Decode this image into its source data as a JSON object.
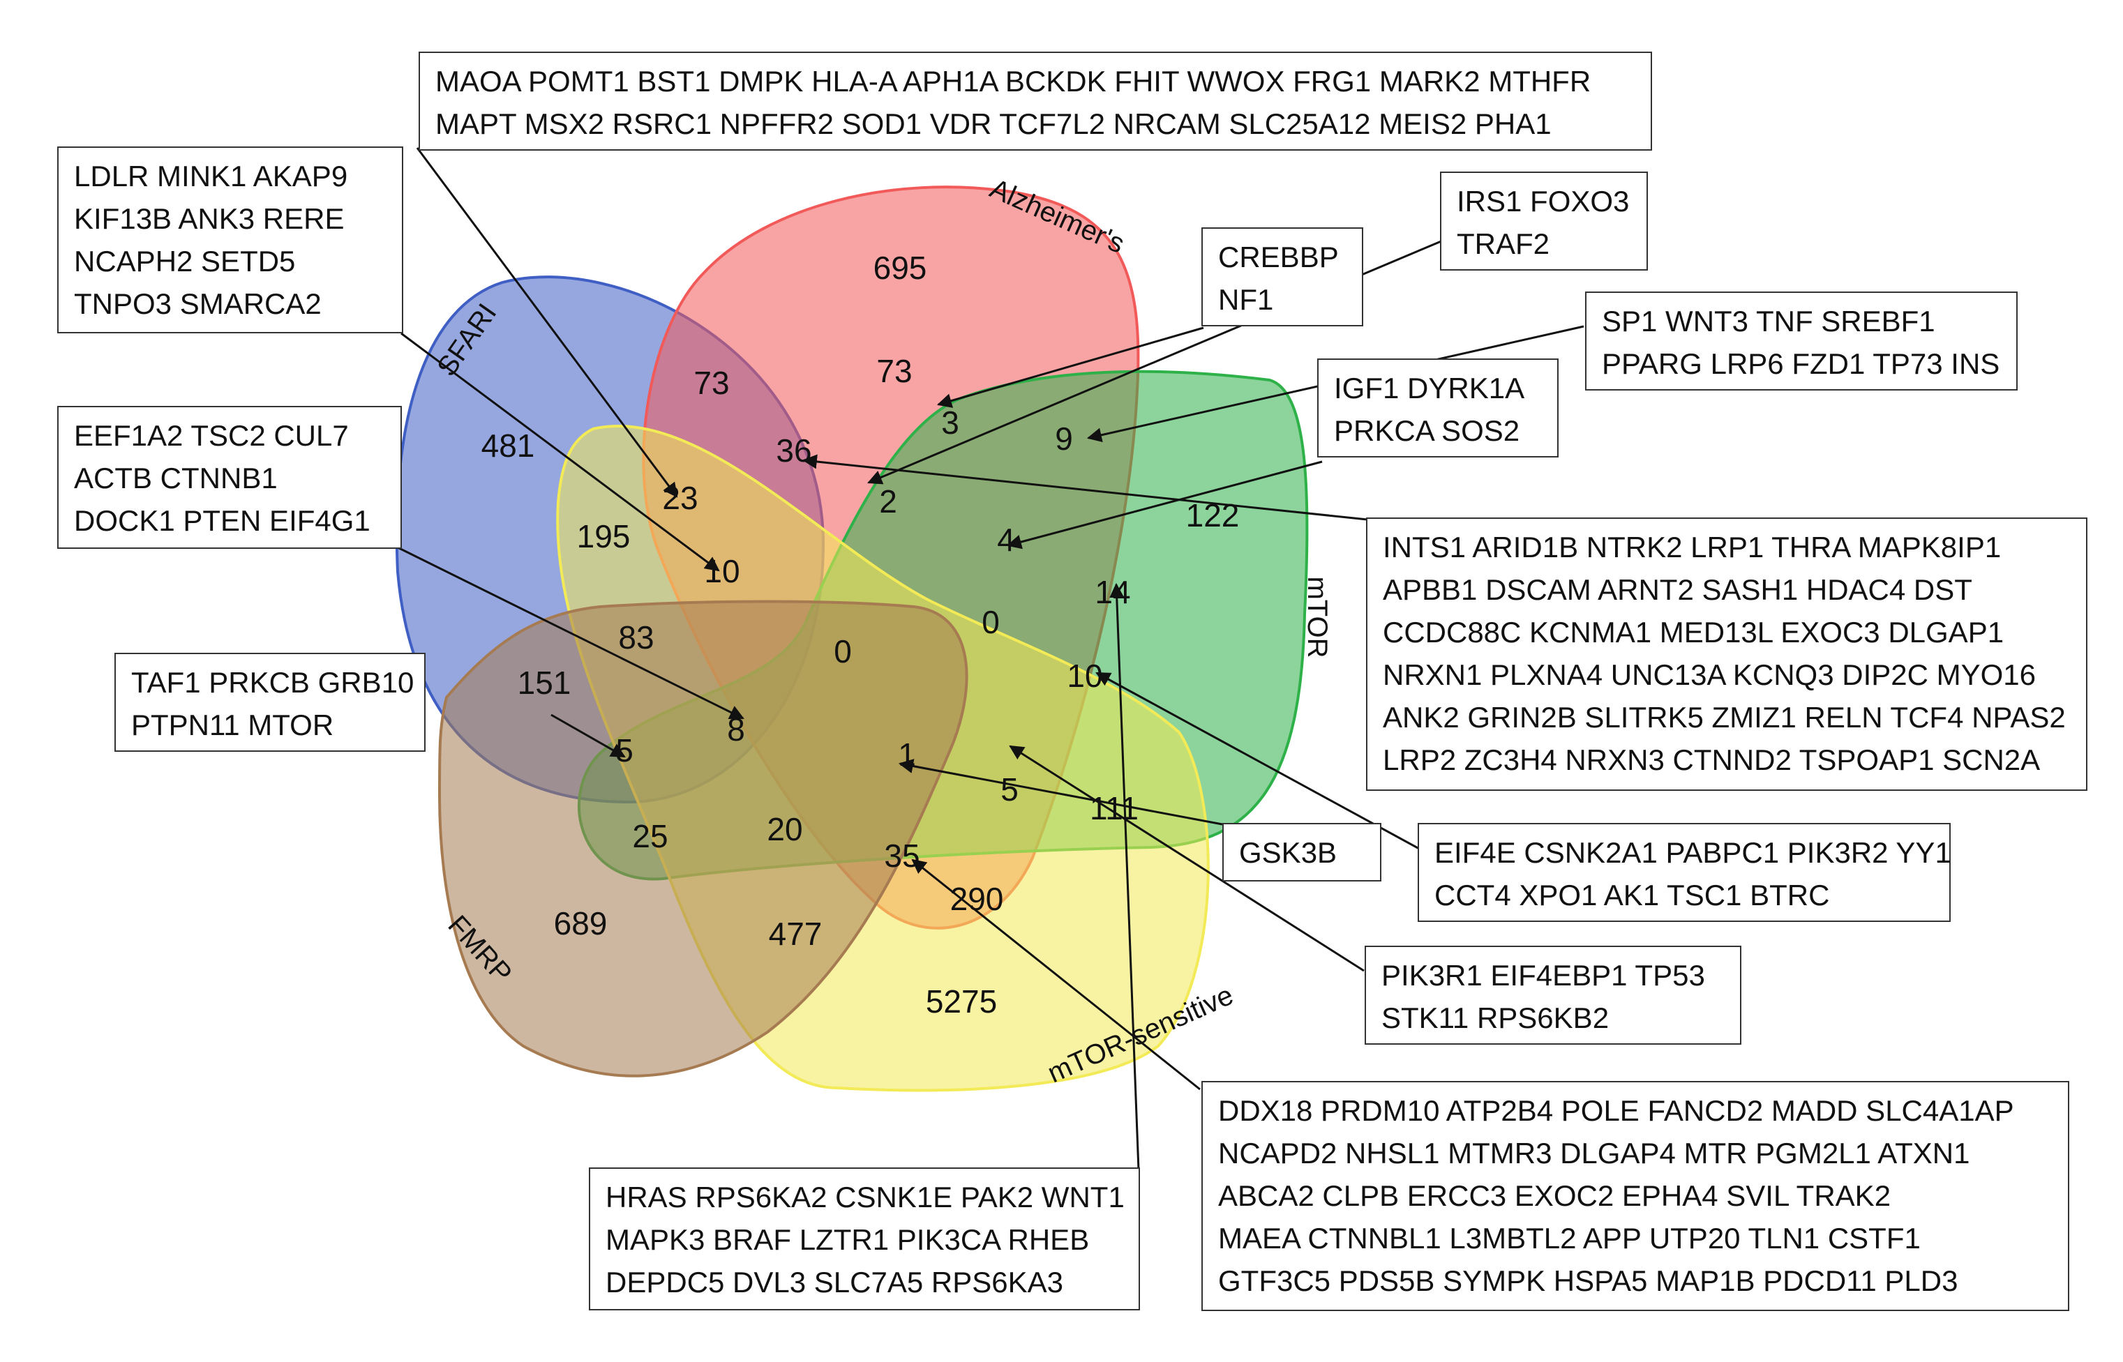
{
  "sets": [
    {
      "label": "SFARI",
      "color": "#3f5fc4"
    },
    {
      "label": "Alzheimer's",
      "color": "#f25a5a"
    },
    {
      "label": "mTOR",
      "color": "#2fb14a"
    },
    {
      "label": "mTOR-sensitive",
      "color": "#f2ea56"
    },
    {
      "label": "FMRP",
      "color": "#a67b52"
    }
  ],
  "regions": [
    "695",
    "73",
    "73",
    "481",
    "36",
    "3",
    "9",
    "23",
    "2",
    "195",
    "10",
    "4",
    "122",
    "14",
    "83",
    "0",
    "0",
    "151",
    "10",
    "8",
    "5",
    "1",
    "5",
    "111",
    "25",
    "20",
    "35",
    "290",
    "689",
    "477",
    "5275"
  ],
  "gene_boxes": [
    {
      "lines": [
        "MAOA POMT1 BST1 DMPK HLA-A APH1A BCKDK FHIT WWOX FRG1 MARK2 MTHFR",
        "MAPT MSX2 RSRC1 NPFFR2 SOD1 VDR TCF7L2 NRCAM SLC25A12 MEIS2 PHA1"
      ]
    },
    {
      "lines": [
        "LDLR MINK1 AKAP9",
        "KIF13B ANK3 RERE",
        "NCAPH2 SETD5",
        "TNPO3 SMARCA2"
      ]
    },
    {
      "lines": [
        "IRS1 FOXO3",
        "TRAF2"
      ]
    },
    {
      "lines": [
        "CREBBP",
        "NF1"
      ]
    },
    {
      "lines": [
        "SP1 WNT3 TNF SREBF1",
        "PPARG LRP6 FZD1 TP73 INS"
      ]
    },
    {
      "lines": [
        "IGF1 DYRK1A",
        "PRKCA SOS2"
      ]
    },
    {
      "lines": [
        "EEF1A2 TSC2 CUL7",
        "ACTB CTNNB1",
        "DOCK1 PTEN EIF4G1"
      ]
    },
    {
      "lines": [
        "INTS1 ARID1B NTRK2 LRP1 THRA MAPK8IP1",
        "APBB1 DSCAM ARNT2 SASH1 HDAC4 DST",
        "CCDC88C KCNMA1 MED13L EXOC3 DLGAP1",
        "NRXN1 PLXNA4 UNC13A KCNQ3 DIP2C MYO16",
        "ANK2 GRIN2B SLITRK5 ZMIZ1 RELN TCF4 NPAS2",
        "LRP2 ZC3H4 NRXN3 CTNND2 TSPOAP1 SCN2A"
      ]
    },
    {
      "lines": [
        "TAF1 PRKCB GRB10",
        "PTPN11 MTOR"
      ]
    },
    {
      "lines": [
        "GSK3B"
      ]
    },
    {
      "lines": [
        "EIF4E CSNK2A1 PABPC1 PIK3R2 YY1",
        "CCT4 XPO1 AK1 TSC1 BTRC"
      ]
    },
    {
      "lines": [
        "PIK3R1 EIF4EBP1 TP53",
        "STK11 RPS6KB2"
      ]
    },
    {
      "lines": [
        "DDX18 PRDM10 ATP2B4 POLE FANCD2 MADD SLC4A1AP",
        "NCAPD2 NHSL1 MTMR3 DLGAP4 MTR PGM2L1 ATXN1",
        "ABCA2 CLPB ERCC3 EXOC2 EPHA4 SVIL TRAK2",
        "MAEA CTNNBL1 L3MBTL2 APP UTP20 TLN1 CSTF1",
        "GTF3C5 PDS5B SYMPK HSPA5 MAP1B PDCD11 PLD3"
      ]
    },
    {
      "lines": [
        "HRAS RPS6KA2 CSNK1E PAK2 WNT1",
        "MAPK3 BRAF LZTR1 PIK3CA RHEB",
        "DEPDC5 DVL3 SLC7A5 RPS6KA3"
      ]
    }
  ]
}
